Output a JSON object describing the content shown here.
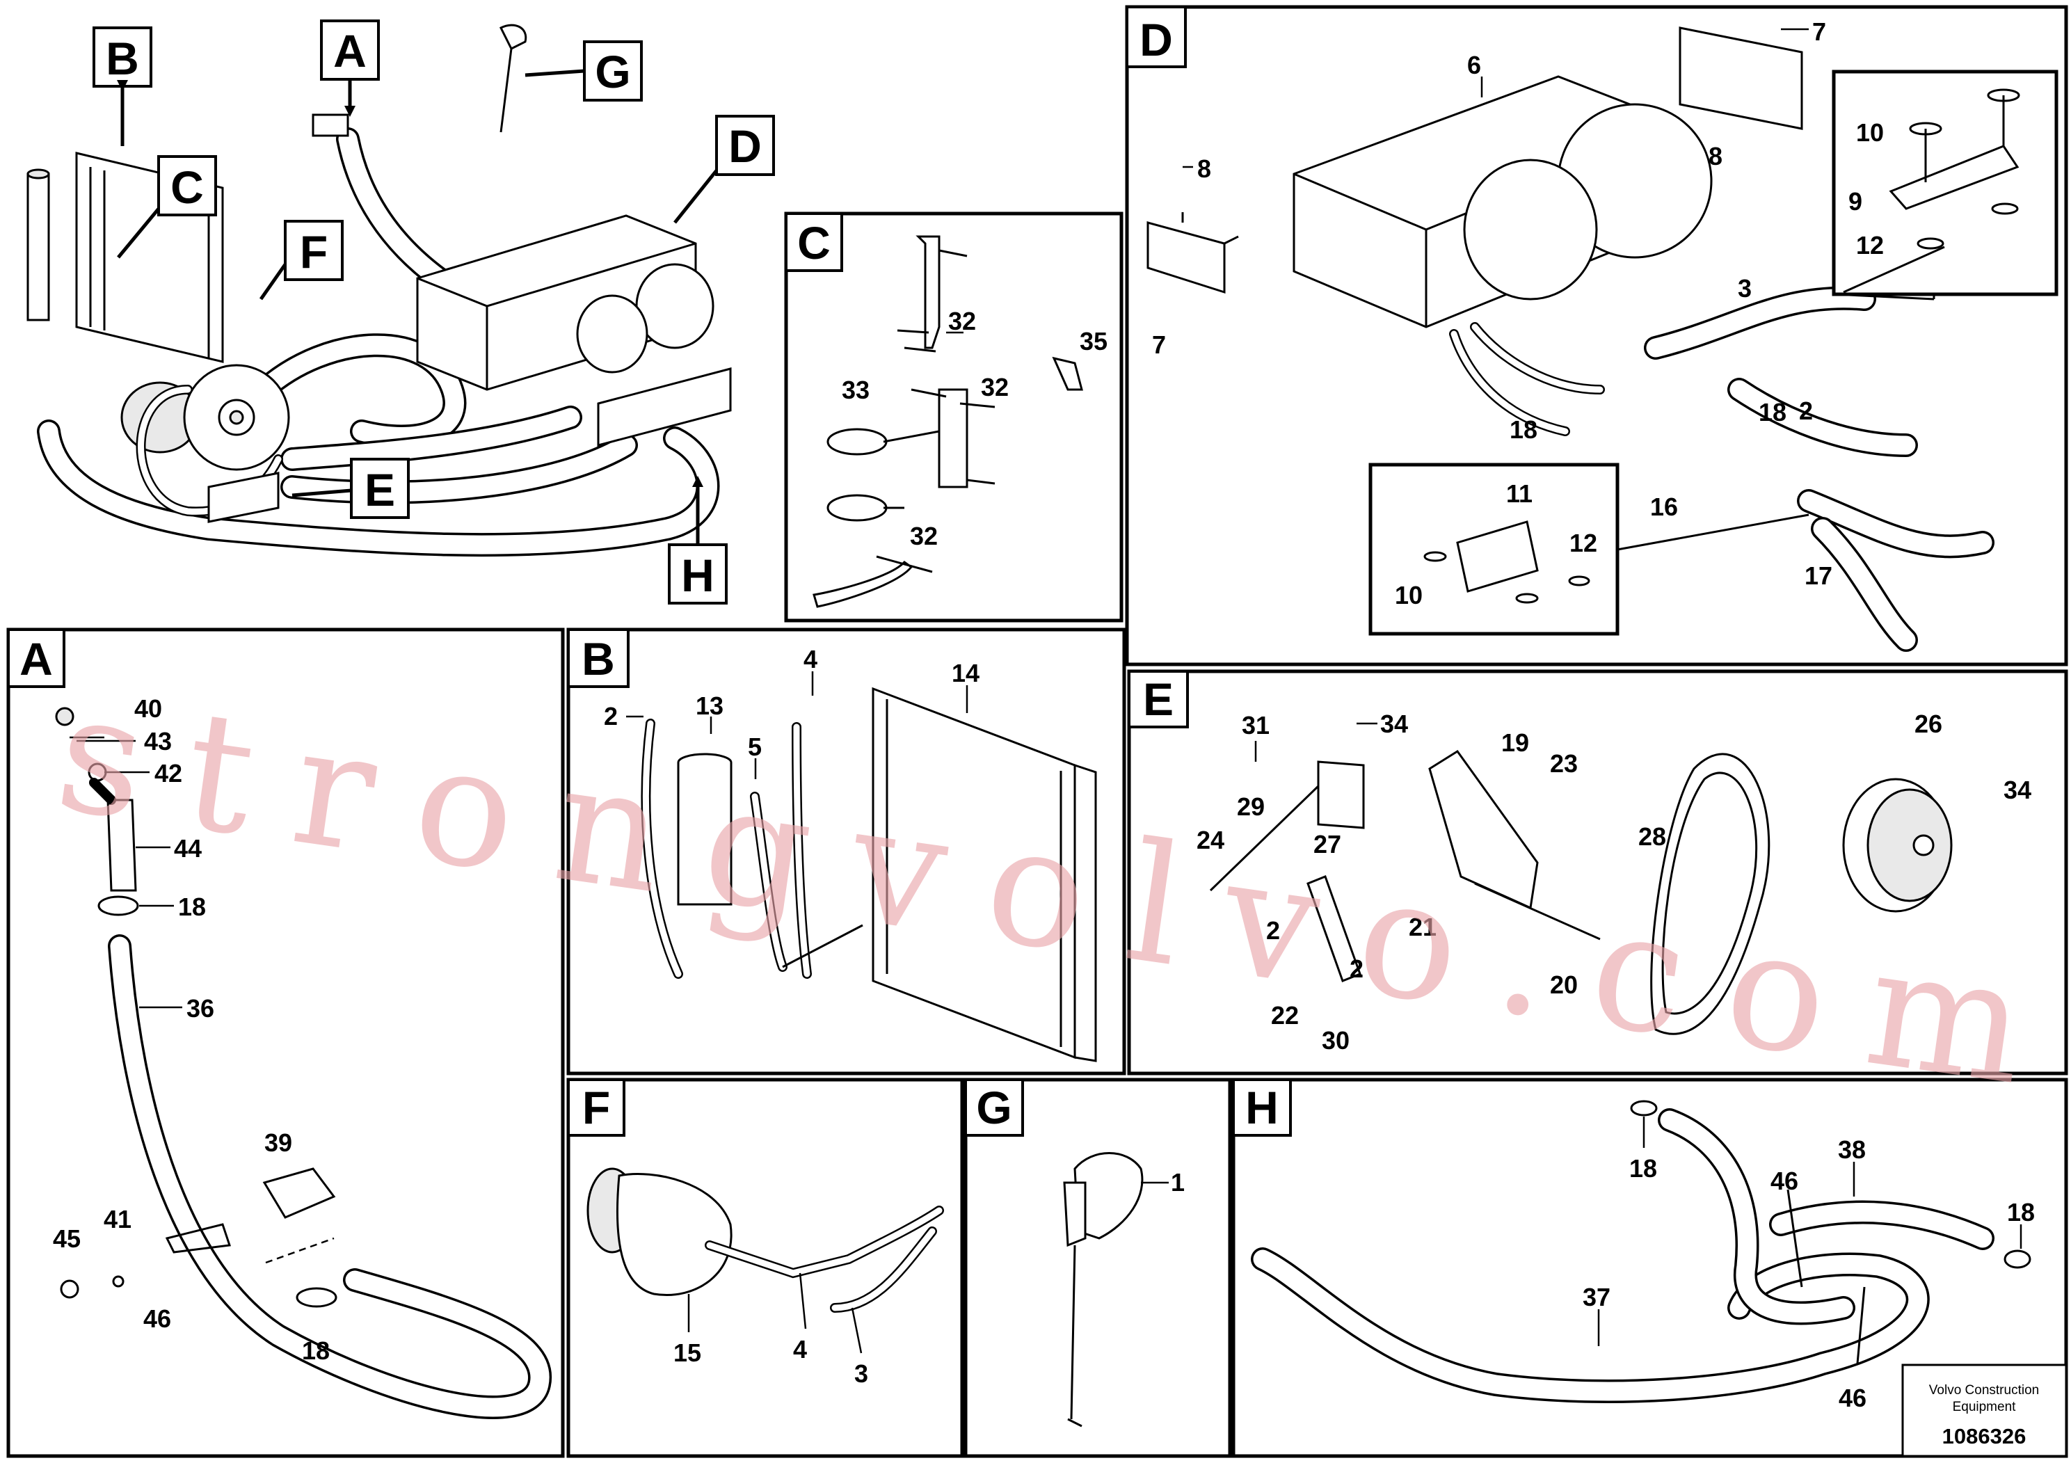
{
  "overview_tags": {
    "A": "A",
    "B": "B",
    "C": "C",
    "D": "D",
    "E": "E",
    "F": "F",
    "G": "G",
    "H": "H"
  },
  "panels": {
    "A": {
      "tag": "A",
      "callouts": {
        "c40": "40",
        "c43": "43",
        "c42": "42",
        "c44": "44",
        "c18": "18",
        "c36": "36",
        "c39": "39",
        "c45": "45",
        "c41": "41",
        "c46": "46",
        "c18b": "18"
      }
    },
    "B": {
      "tag": "B",
      "callouts": {
        "c2": "2",
        "c13": "13",
        "c4": "4",
        "c14": "14",
        "c5": "5"
      }
    },
    "C": {
      "tag": "C",
      "callouts": {
        "c32a": "32",
        "c35": "35",
        "c33": "33",
        "c32b": "32",
        "c32c": "32"
      }
    },
    "D": {
      "tag": "D",
      "callouts": {
        "c6": "6",
        "c7a": "7",
        "c8a": "8",
        "c10a": "10",
        "c9": "9",
        "c12a": "12",
        "c8b": "8",
        "c7b": "7",
        "c3": "3",
        "c2": "2",
        "c18a": "18",
        "c18b": "18",
        "c16": "16",
        "c11": "11",
        "c12b": "12",
        "c10b": "10",
        "c17": "17"
      }
    },
    "E": {
      "tag": "E",
      "callouts": {
        "c31": "31",
        "c34a": "34",
        "c19": "19",
        "c23": "23",
        "c26": "26",
        "c29": "29",
        "c24": "24",
        "c27": "27",
        "c34b": "34",
        "c28": "28",
        "c2": "2",
        "c21": "21",
        "c2b": "2",
        "c20": "20",
        "c22": "22",
        "c30": "30"
      }
    },
    "F": {
      "tag": "F",
      "callouts": {
        "c15": "15",
        "c4": "4",
        "c3": "3"
      }
    },
    "G": {
      "tag": "G",
      "callouts": {
        "c1": "1"
      }
    },
    "H": {
      "tag": "H",
      "callouts": {
        "c18a": "18",
        "c46a": "46",
        "c38": "38",
        "c18b": "18",
        "c37": "37",
        "c46b": "46"
      }
    }
  },
  "watermark": "strongvolvo.com",
  "footer": {
    "line1": "Volvo Construction",
    "line2": "Equipment",
    "number": "1086326"
  }
}
